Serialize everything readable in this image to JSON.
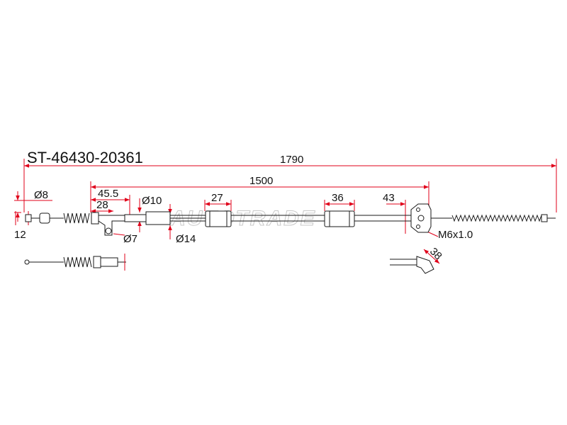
{
  "part_number": "ST-46430-20361",
  "watermark": "AUTOTRADE",
  "dimensions": {
    "total_length": "1790",
    "cable_length": "1500",
    "d_end": "Ø8",
    "end_len": "12",
    "len_455": "45.5",
    "len_28": "28",
    "d_10": "Ø10",
    "d_7": "Ø7",
    "d_14": "Ø14",
    "len_27": "27",
    "len_36": "36",
    "len_43": "43",
    "thread": "M6x1.0",
    "len_38": "38"
  },
  "colors": {
    "dimension_line": "#e0001a",
    "part_outline": "#1a1a1a",
    "watermark": "#c8c8c8"
  }
}
